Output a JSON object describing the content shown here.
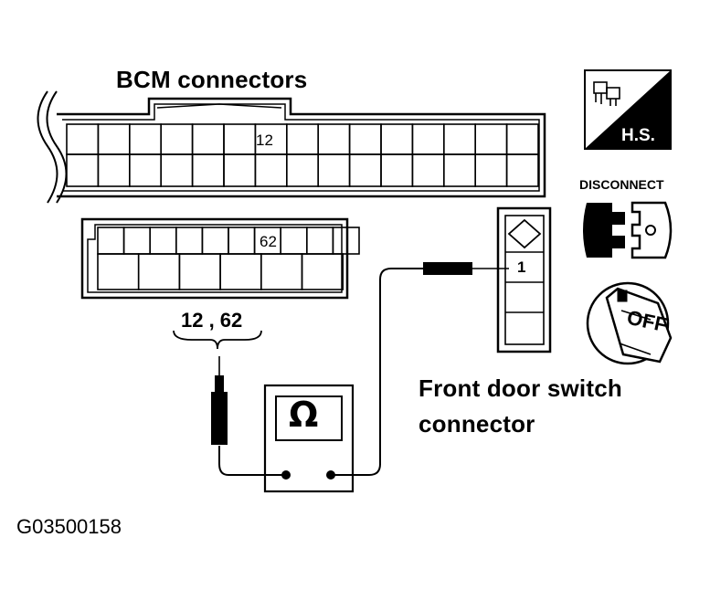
{
  "labels": {
    "bcm": "BCM connectors",
    "pin_12": "12",
    "pin_62": "62",
    "pin_1": "1",
    "probe_pins": "12 , 62",
    "ohm": "Ω",
    "front_switch_line1": "Front door switch",
    "front_switch_line2": "connector",
    "figure_code": "G03500158"
  },
  "icons": {
    "hs": {
      "name": "harness-side-icon",
      "text": "H.S."
    },
    "disconnect": {
      "name": "disconnect-icon",
      "text": "DISCONNECT"
    },
    "off": {
      "name": "ignition-off-icon",
      "text": "OFF"
    }
  }
}
